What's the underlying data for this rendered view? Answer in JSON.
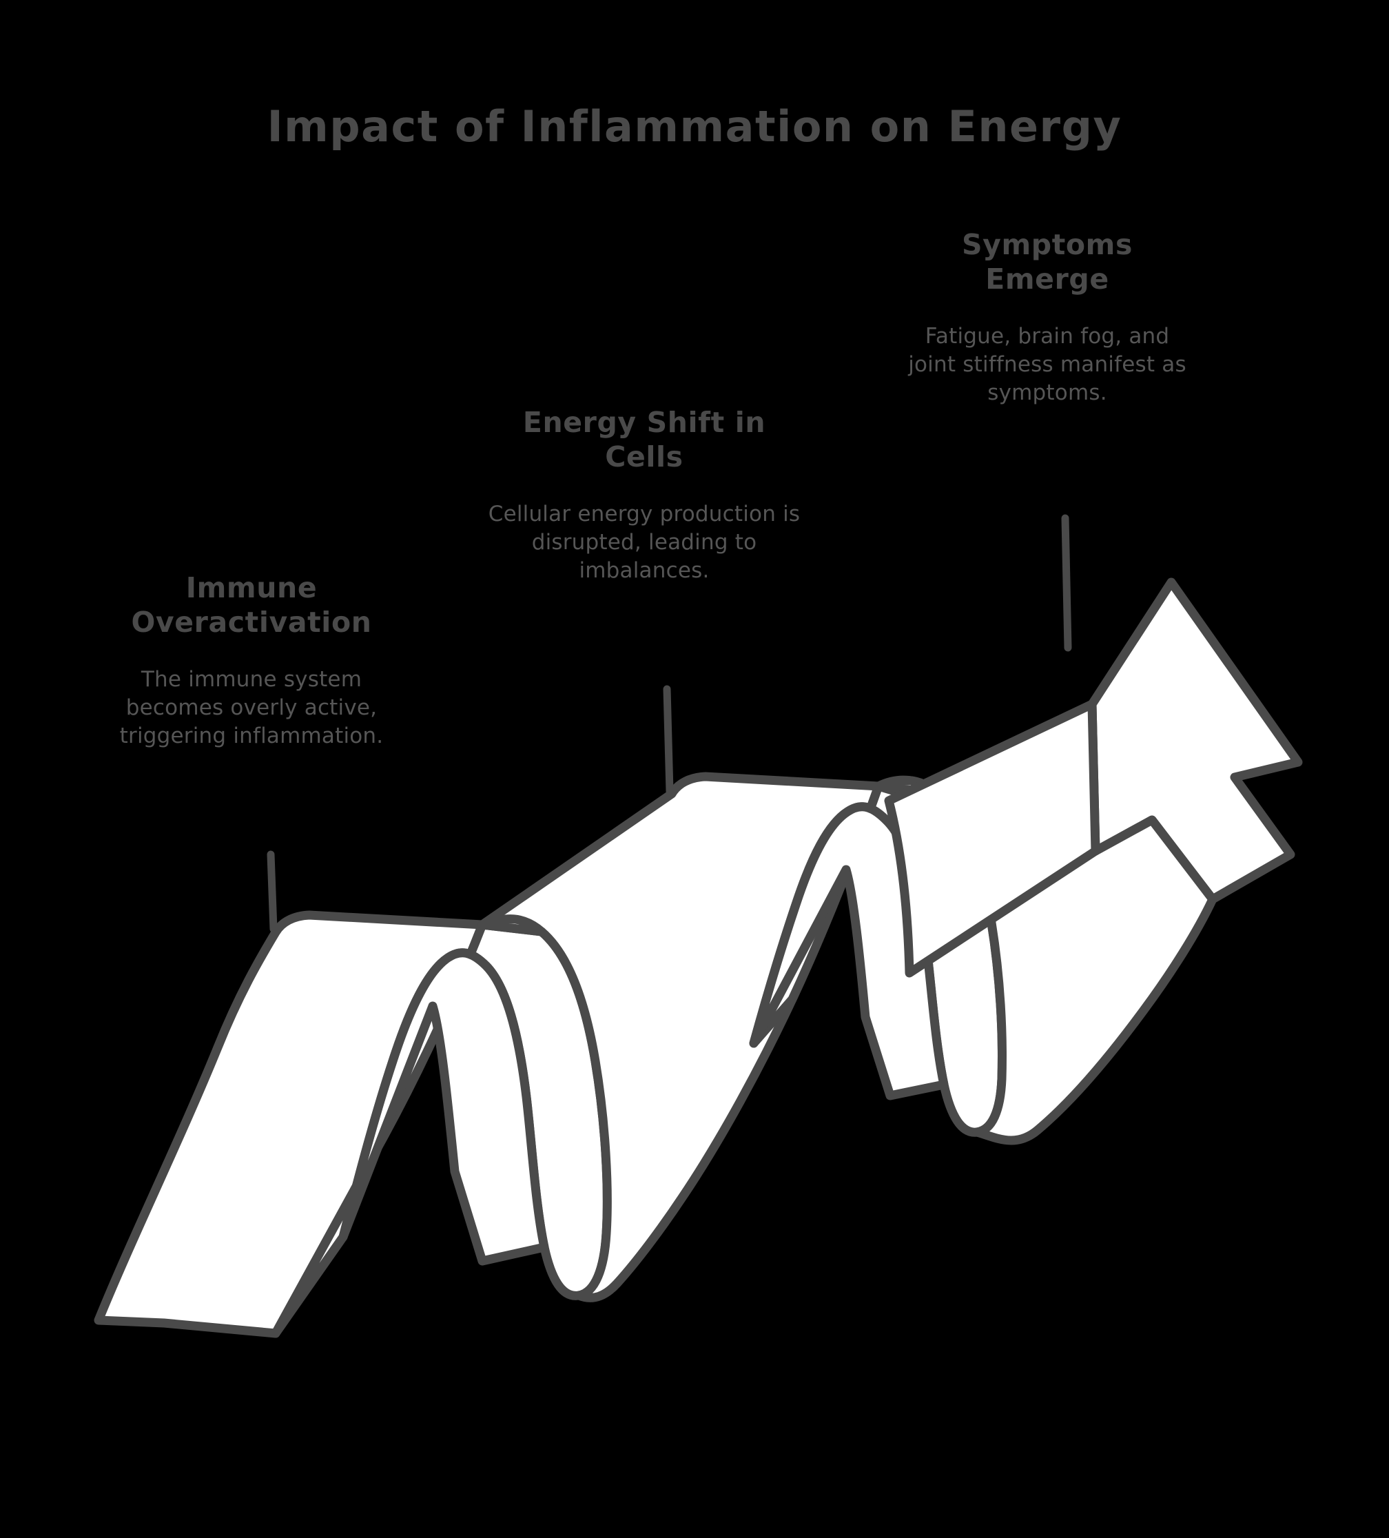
{
  "page": {
    "background_color": "#000000",
    "text_color": "#4a4a4a",
    "body_text_color": "#565656",
    "ribbon_fill": "#ffffff",
    "ribbon_stroke": "#4a4a4a"
  },
  "header": {
    "title": "Impact of Inflammation on Energy"
  },
  "steps": [
    {
      "id": "step-1",
      "heading": "Immune Overactivation",
      "body": "The immune system becomes overly active, triggering inflammation."
    },
    {
      "id": "step-2",
      "heading": "Energy Shift in Cells",
      "body": "Cellular energy production is disrupted, leading to imbalances."
    },
    {
      "id": "step-3",
      "heading": "Symptoms Emerge",
      "body": "Fatigue, brain fog, and joint stiffness manifest as symptoms."
    }
  ],
  "graphic": {
    "type": "upward-waving-ribbon-arrow",
    "description": "A hand-drawn style white folded ribbon waving upward from lower-left to upper-right, ending in a large upward-pointing arrowhead.",
    "connector_lines": 3
  }
}
